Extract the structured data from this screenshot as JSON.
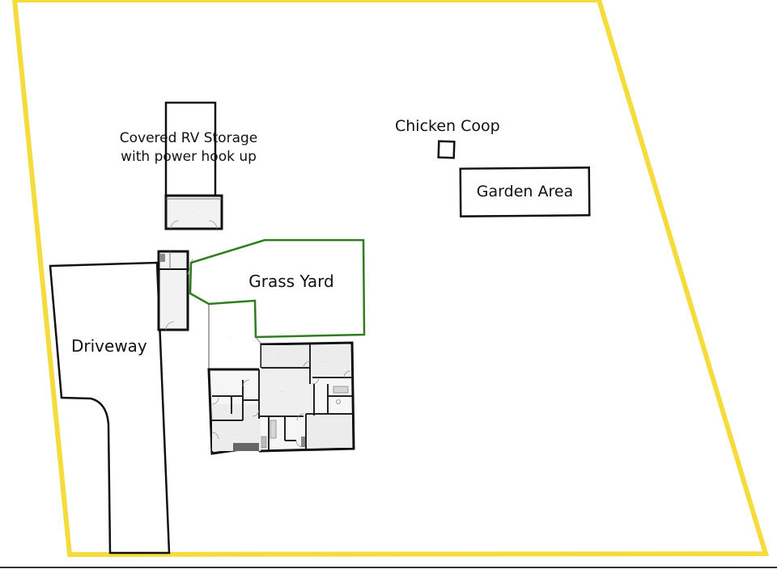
{
  "labels": {
    "rv_storage_line1": "Covered RV Storage",
    "rv_storage_line2": "with power hook up",
    "chicken_coop": "Chicken Coop",
    "garden_area": "Garden Area",
    "grass_yard": "Grass Yard",
    "driveway": "Driveway"
  },
  "colors": {
    "property_line": "#f5dc3c",
    "grass_yard_outline": "#2e7d1e",
    "structure_outline": "#111111",
    "floorplan_fill": "#e6e6e6",
    "bottom_border": "#333333"
  }
}
